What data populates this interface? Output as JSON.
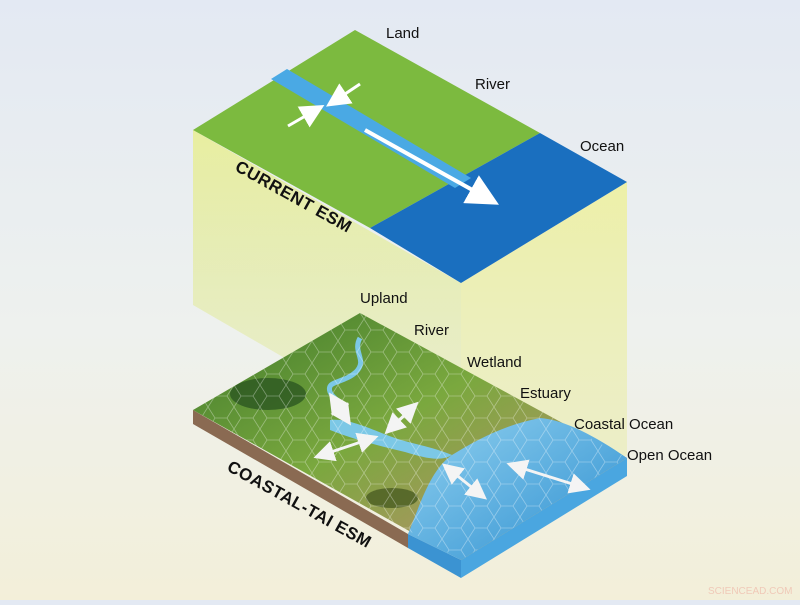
{
  "current_esm": {
    "title": "CURRENT ESM",
    "labels": {
      "land": "Land",
      "river": "River",
      "ocean": "Ocean"
    }
  },
  "coastal_esm": {
    "title": "COASTAL-TAI ESM",
    "labels": {
      "upland": "Upland",
      "river": "River",
      "wetland": "Wetland",
      "estuary": "Estuary",
      "coastal_ocean": "Coastal Ocean",
      "open_ocean": "Open Ocean"
    }
  },
  "colors": {
    "land": "#7cba3f",
    "river": "#4aa9e4",
    "ocean": "#1a6fbf",
    "connector": "#e6ec9c",
    "soil": "#8a6a52",
    "ocean_side": "#3b93d2"
  },
  "watermark": "SCIENCEAD.COM"
}
